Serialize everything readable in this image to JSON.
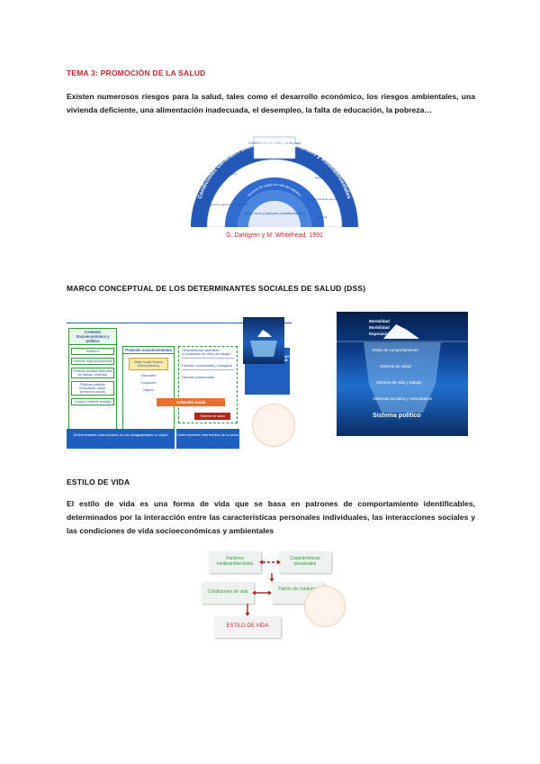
{
  "section1": {
    "title": "TEMA 3: PROMOCIÓN DE LA SALUD",
    "paragraph": "Existen numerosos  riesgos para la salud, tales como el desarrollo económico, los riesgos ambientales, una vivienda deficiente, una alimentación inadecuada, el desempleo, la falta de educación, la pobreza…"
  },
  "rainbow": {
    "outer_band": "Condiciones Generales Socioeconómicas, Culturales y Medioambientales",
    "middle_band": "Redes Sociales y Comunitarias",
    "inner_band": "Factores de estilos de vida del individuo",
    "top_box": "Condiciones de vida y de trabajo",
    "core_text": "Edad, sexo y factores constitucionales",
    "sector_labels": [
      "Ambiente laboral",
      "Educación",
      "Producción agrícola y de alimentos",
      "Desempleo",
      "Agua y saneamiento",
      "Servicios de atención de salud",
      "Vivienda"
    ],
    "credit": "G. Dahlgren y M. Whitehead. 1991"
  },
  "section2": {
    "heading": "MARCO CONCEPTUAL DE LOS DETERMINANTES SOCIALES DE SALUD (DSS)"
  },
  "dss_diagram": {
    "left_header": "Contexto Socioeconómico y político",
    "left_items": [
      "Gobierno",
      "Políticas macroeconómicas",
      "Políticas sociales (Mercado de trabajo, vivienda)",
      "Políticas públicas (Educación, salud, protección social)",
      "Cultura y valores sociales"
    ],
    "mid_header": "Posición socioeconómica",
    "mid_items": [
      "Clase social Género Etnia (racismo)",
      "Educación",
      "Ocupación",
      "Ingreso"
    ],
    "right_items": [
      "Circunstancias materiales (Condiciones de vida y de trabajo)",
      "Factores conductuales y biológicos",
      "Factores psicosociales"
    ],
    "cohesion": "Cohesión social",
    "system": "Sistema de salud",
    "impact": "IMPACTO EN LA EQUIDAD EN SALUD Y BIENESTAR",
    "bottom_left": "Determinantes estructurales de las desigualdades en salud",
    "bottom_right": "Determinantes intermedios de la salud"
  },
  "iceberg": {
    "top_lines": [
      "Mortalidad",
      "Morbilidad",
      "Esperanza de vida"
    ],
    "layers": [
      "Estilo de comportamiento",
      "Sistema de salud",
      "Sistema de vida y trabajo",
      "Sistemas sociales y comunitarios",
      "Sistema político"
    ]
  },
  "section3": {
    "heading": "ESTILO DE VIDA",
    "paragraph": "El estilo de vida es una forma de vida que se basa en patrones de comportamiento identificables, determinados por la interacción entre las características personales individuales, las interacciones sociales y las condiciones de vida socioeconómicas y ambientales"
  },
  "lifestyle": {
    "box1": "Factores medioambientales",
    "box2": "Características personales",
    "box3": "Condiciones de vida",
    "box4": "Patrón de conducta",
    "box5": "ESTILO DE VIDA"
  },
  "colors": {
    "title_red": "#c0282d",
    "blue": "#1f5fbf",
    "green": "#2e9a3a",
    "orange": "#e8722a",
    "dark_red": "#b3231f"
  }
}
